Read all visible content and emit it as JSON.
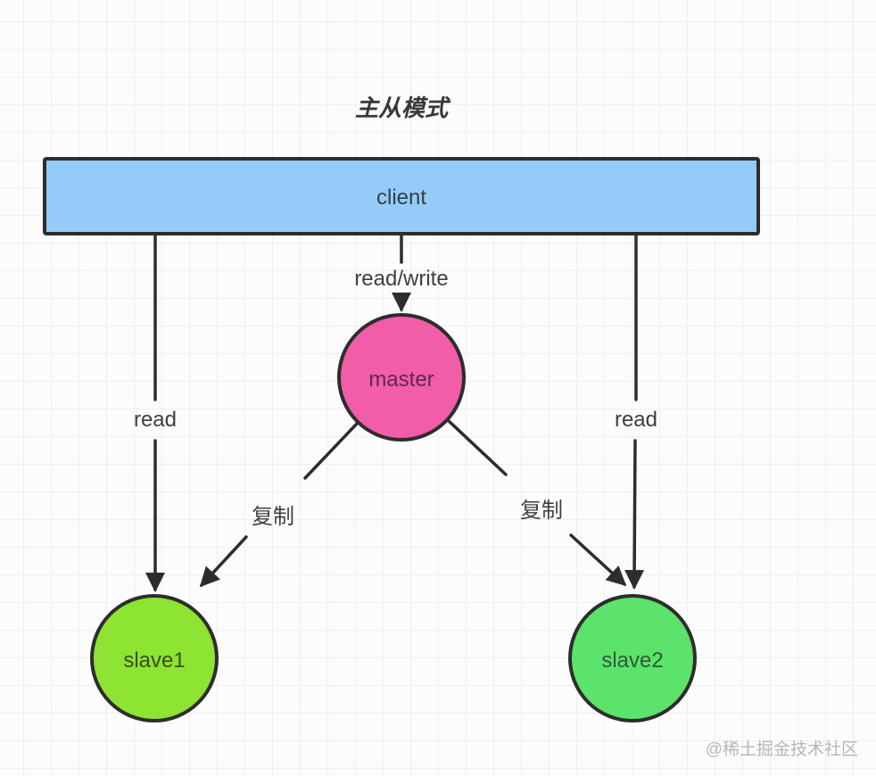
{
  "title": "主从模式",
  "watermark": "@稀土掘金技术社区",
  "nodes": {
    "client": {
      "label": "client",
      "fill": "#95cbf8",
      "text_color": "#333f49"
    },
    "master": {
      "label": "master",
      "fill": "#f25da7",
      "text_color": "#5e2a4d"
    },
    "slave1": {
      "label": "slave1",
      "fill": "#8de432",
      "text_color": "#3a4d1e"
    },
    "slave2": {
      "label": "slave2",
      "fill": "#5be36b",
      "text_color": "#2d5839"
    }
  },
  "edges": {
    "client_to_master": {
      "label": "read/write"
    },
    "client_to_slave1": {
      "label": "read"
    },
    "client_to_slave2": {
      "label": "read"
    },
    "master_to_slave1": {
      "label": "复制"
    },
    "master_to_slave2": {
      "label": "复制"
    }
  },
  "colors": {
    "stroke": "#2d2d2d",
    "edge_label": "#3f3f3f",
    "title": "#383838",
    "watermark": "#b9b5b5",
    "canvas_background": "#fdfcfc",
    "grid_line": "#f0eded"
  }
}
